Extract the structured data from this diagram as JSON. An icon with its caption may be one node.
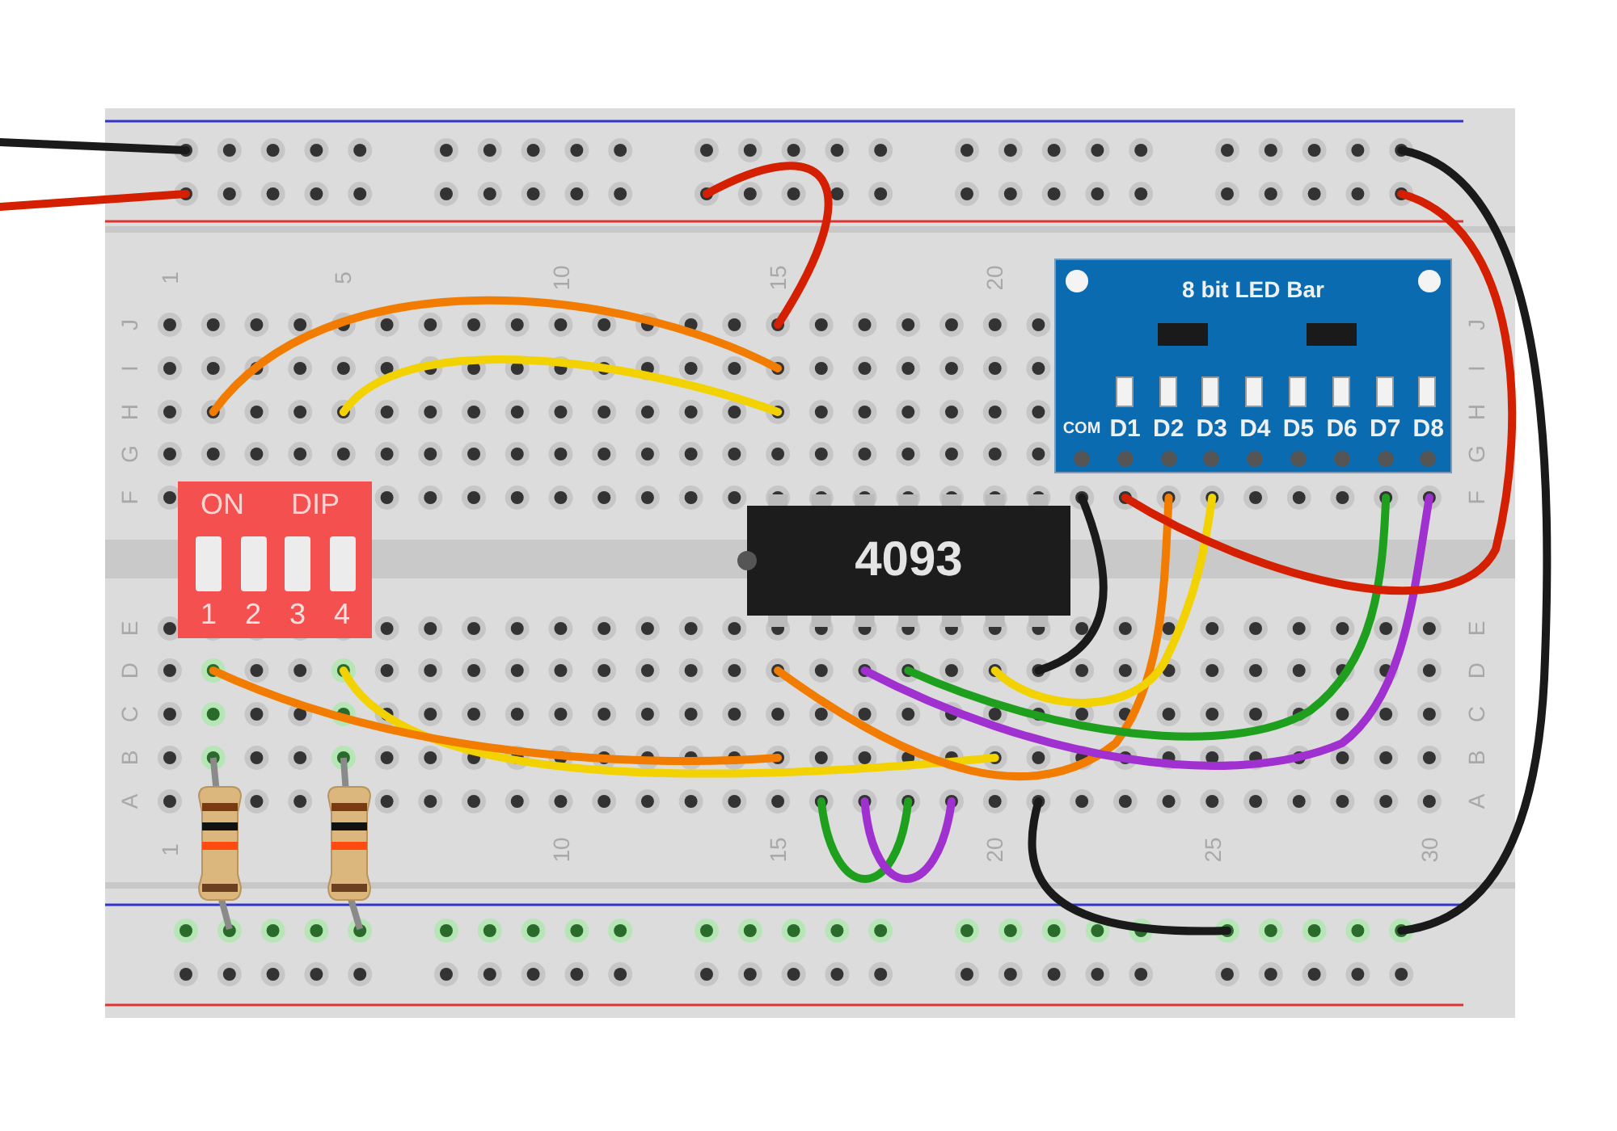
{
  "diagram": {
    "nodes": [
      {
        "text": [
          "8 bit LED Bar",
          "COM",
          "D1",
          "D2",
          "D3",
          "D4",
          "D5",
          "D6",
          "D7",
          "D8"
        ]
      },
      {
        "text": [
          "ON",
          "DIP",
          "1",
          "2",
          "3",
          "4"
        ]
      },
      {
        "text": [
          "4093"
        ]
      },
      {
        "text": [],
        "shape": "resistor"
      },
      {
        "text": [],
        "shape": "resistor"
      }
    ],
    "labels": [
      "1",
      "5",
      "10",
      "15",
      "20",
      "J",
      "J",
      "I",
      "I",
      "H",
      "H",
      "G",
      "G",
      "F",
      "F",
      "E",
      "E",
      "D",
      "D",
      "C",
      "C",
      "B",
      "B",
      "A",
      "A",
      "1",
      "10",
      "15",
      "20",
      "25",
      "30"
    ]
  }
}
